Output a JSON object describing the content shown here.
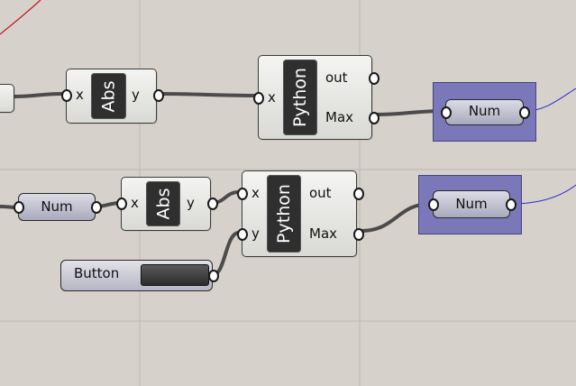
{
  "canvas": {
    "background": "#d6d2cb",
    "grid_color": "#bcb8b1",
    "wire_color": "#4b4b4b",
    "out_wire_color": "#2b2bd0"
  },
  "row1": {
    "abs": {
      "name": "Abs",
      "in": "x",
      "out": "y"
    },
    "python": {
      "name": "Python",
      "in": [
        "x"
      ],
      "out": [
        "out",
        "Max"
      ]
    },
    "num": {
      "label": "Num"
    }
  },
  "row2": {
    "num_in": {
      "label": "Num"
    },
    "abs": {
      "name": "Abs",
      "in": "x",
      "out": "y"
    },
    "python": {
      "name": "Python",
      "in": [
        "x",
        "y"
      ],
      "out": [
        "out",
        "Max"
      ]
    },
    "num": {
      "label": "Num"
    },
    "button": {
      "label": "Button"
    }
  }
}
